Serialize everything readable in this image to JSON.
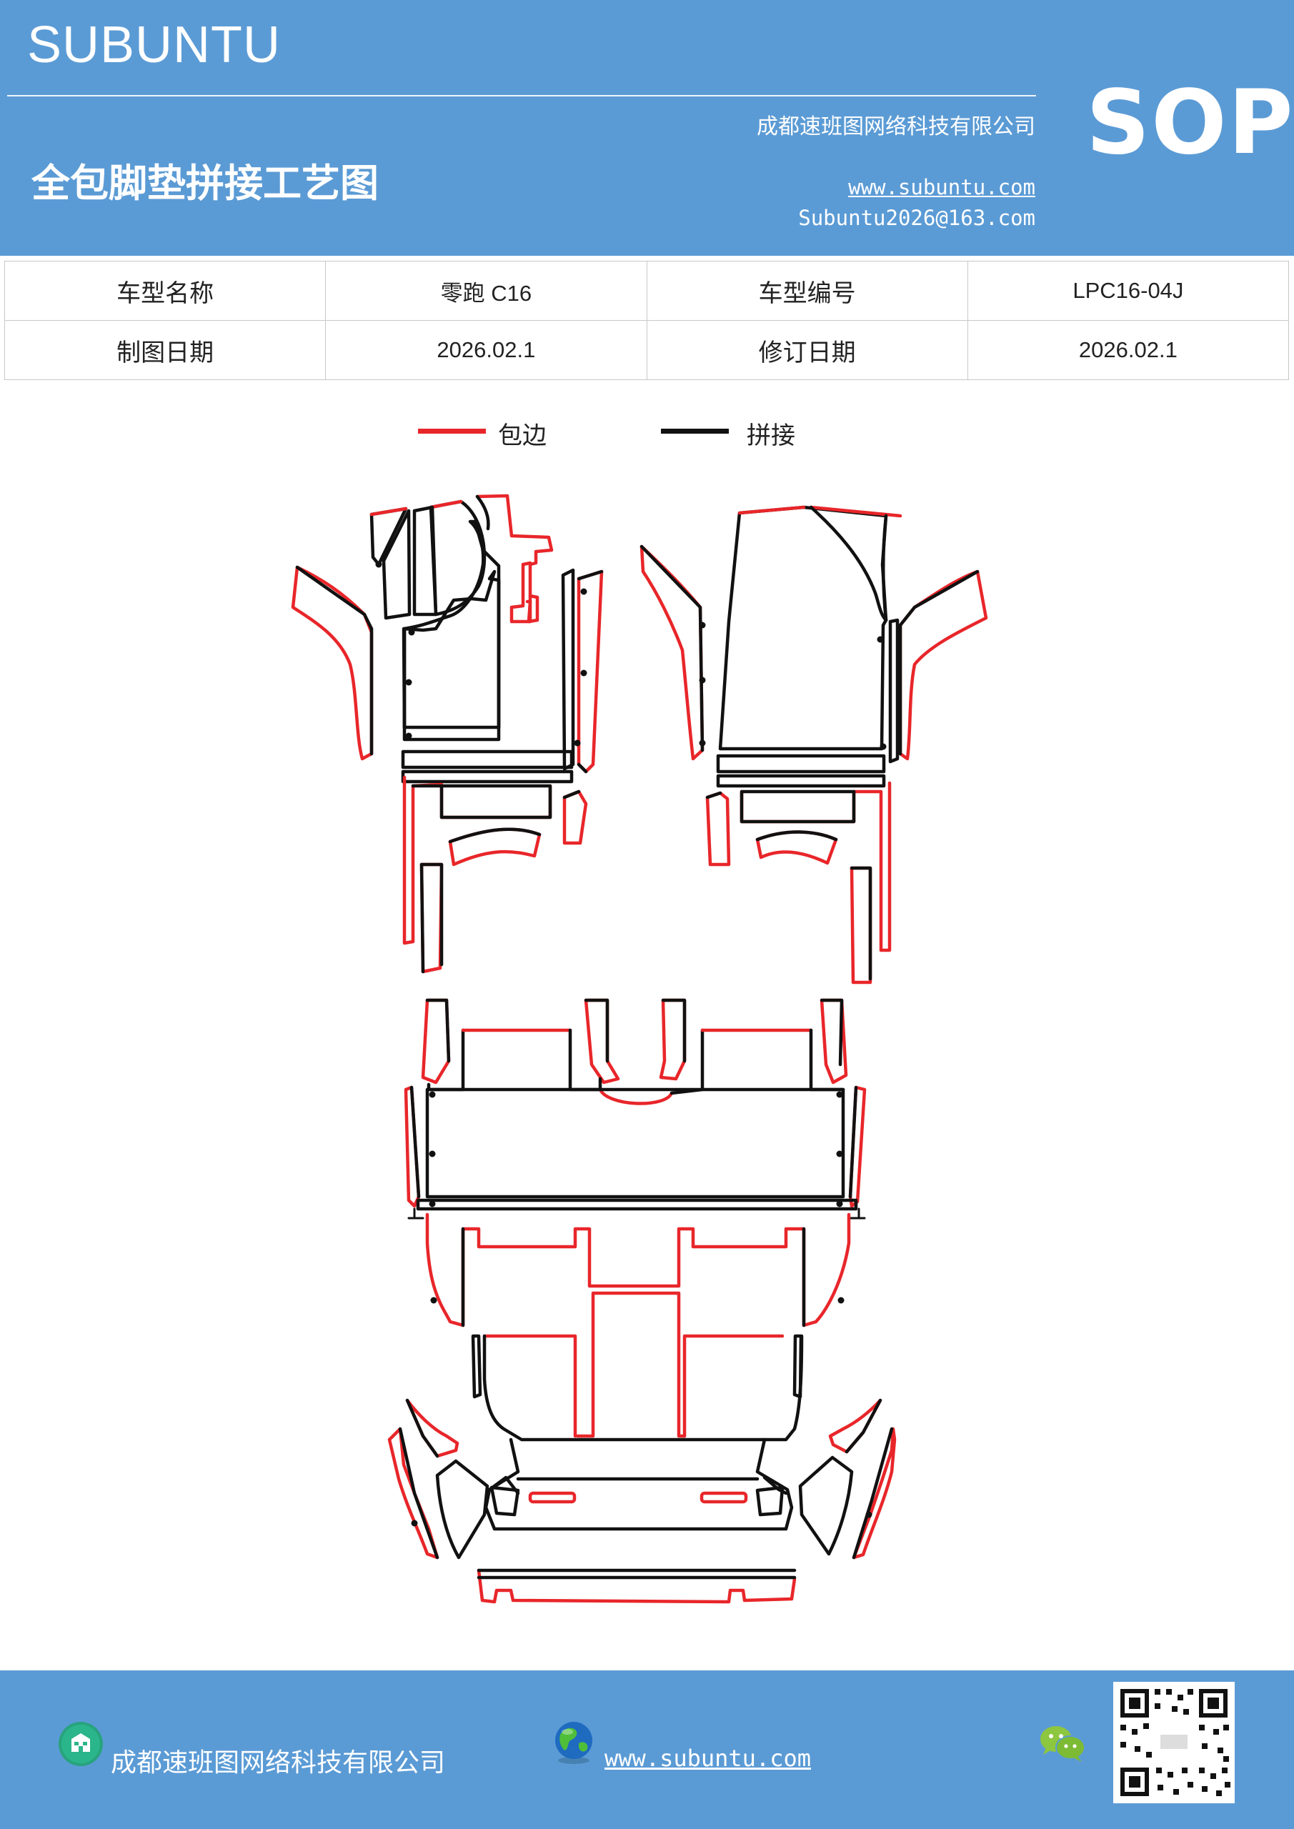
{
  "header": {
    "brand": "SUBUNTU",
    "company": "成都速班图网络科技有限公司",
    "title": "全包脚垫拼接工艺图",
    "website": "www.subuntu.com",
    "email": "Subuntu2026@163.com",
    "badge": "SOP"
  },
  "info_table": {
    "rows": [
      {
        "label1": "车型名称",
        "value1": "零跑 C16",
        "label2": "车型编号",
        "value2": "LPC16-04J"
      },
      {
        "label1": "制图日期",
        "value1": "2026.02.1",
        "label2": "修订日期",
        "value2": "2026.02.1"
      }
    ]
  },
  "legend": {
    "items": [
      {
        "label": "包边",
        "color": "#e8262a"
      },
      {
        "label": "拼接",
        "color": "#111111"
      }
    ]
  },
  "drawing": {
    "edge_color": "#e8262a",
    "seam_color": "#111111"
  },
  "footer": {
    "company": "成都速班图网络科技有限公司",
    "website": "www.subuntu.com",
    "icons": [
      "building-icon",
      "globe-icon",
      "wechat-icon",
      "qr-code"
    ]
  },
  "theme": {
    "band_color": "#5b9bd5"
  }
}
